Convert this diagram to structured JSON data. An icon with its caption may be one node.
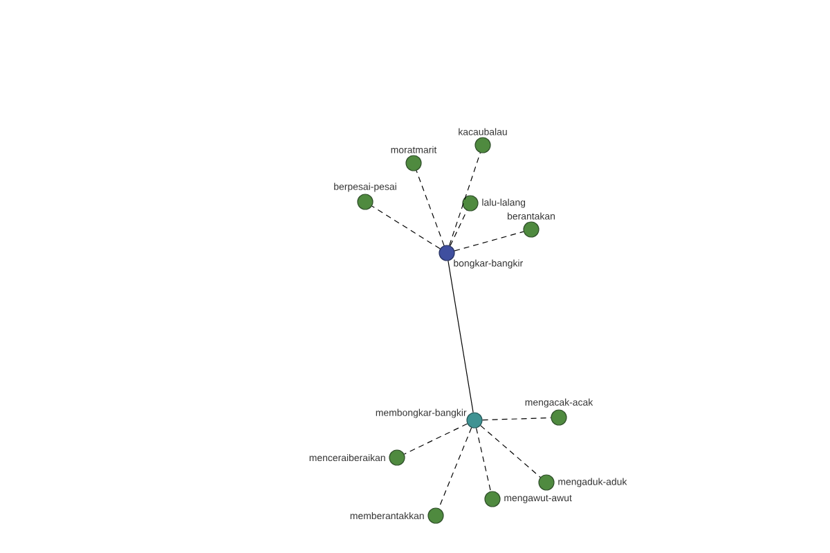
{
  "diagram": {
    "nodes": [
      {
        "text": [
          "kacaubalau"
        ]
      },
      {
        "text": [
          "moratmarit"
        ]
      },
      {
        "text": [
          "berpesai-pesai"
        ]
      },
      {
        "text": [
          "lalu-lalang"
        ]
      },
      {
        "text": [
          "berantakan"
        ]
      },
      {
        "text": [
          "bongkar-bangkir"
        ]
      },
      {
        "text": [
          "membongkar-bangkir"
        ]
      },
      {
        "text": [
          "mengacak-acak"
        ]
      },
      {
        "text": [
          "menceraiberaikan"
        ]
      },
      {
        "text": [
          "mengaduk-aduk"
        ]
      },
      {
        "text": [
          "mengawut-awut"
        ]
      },
      {
        "text": [
          "memberantakkan"
        ]
      }
    ],
    "edges": [
      {
        "from": 5,
        "to": 0,
        "arrow": "none",
        "style": "dashed"
      },
      {
        "from": 5,
        "to": 1,
        "arrow": "none",
        "style": "dashed"
      },
      {
        "from": 5,
        "to": 2,
        "arrow": "none",
        "style": "dashed"
      },
      {
        "from": 5,
        "to": 3,
        "arrow": "none",
        "style": "dashed"
      },
      {
        "from": 5,
        "to": 4,
        "arrow": "none",
        "style": "dashed"
      },
      {
        "from": 5,
        "to": 6,
        "arrow": "none"
      },
      {
        "from": 6,
        "to": 7,
        "arrow": "none",
        "style": "dashed"
      },
      {
        "from": 6,
        "to": 8,
        "arrow": "none",
        "style": "dashed"
      },
      {
        "from": 6,
        "to": 9,
        "arrow": "none",
        "style": "dashed"
      },
      {
        "from": 6,
        "to": 10,
        "arrow": "none",
        "style": "dashed"
      },
      {
        "from": 6,
        "to": 11,
        "arrow": "none",
        "style": "dashed"
      }
    ]
  }
}
